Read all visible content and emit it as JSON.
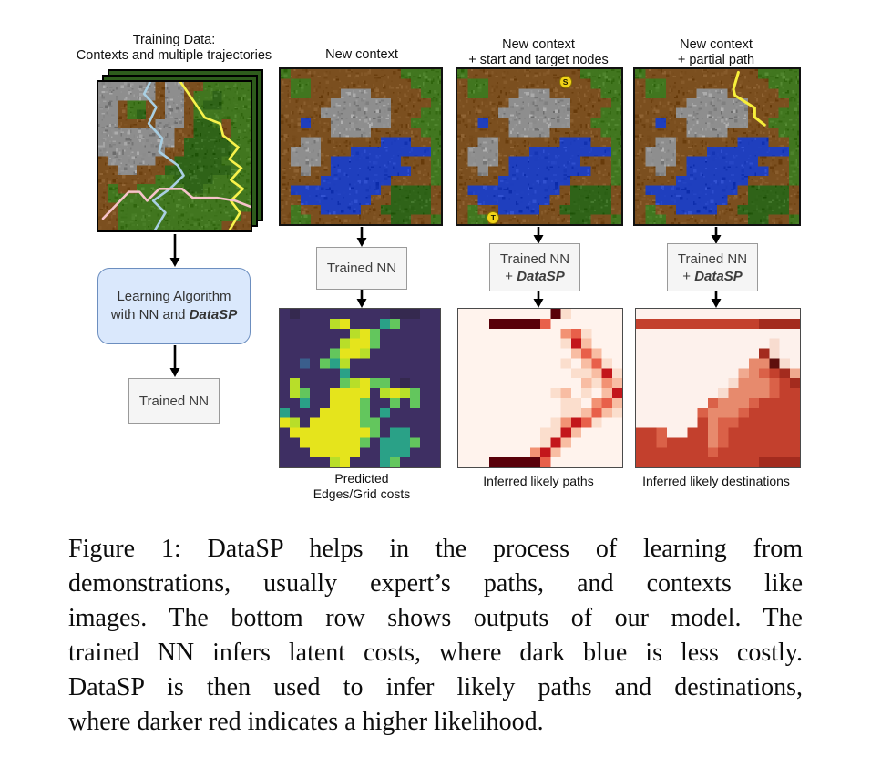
{
  "page": {
    "background": "#ffffff"
  },
  "left_flow": {
    "title_line1": "Training Data:",
    "title_line2": "Contexts and multiple trajectories",
    "algo_box": {
      "line1": "Learning Algorithm",
      "line2_prefix": "with NN and ",
      "emph": "DataSP"
    },
    "trained_nn_label": "Trained NN"
  },
  "columns": [
    {
      "title_line1": "New context",
      "title_line2": "",
      "box_line1": "Trained NN",
      "box_prefix": "",
      "box_emph": "",
      "caption_line1": "Predicted",
      "caption_line2": "Edges/Grid costs"
    },
    {
      "title_line1": "New context",
      "title_line2": "+ start and target nodes",
      "box_line1": "Trained NN",
      "box_prefix": "+ ",
      "box_emph": "DataSP",
      "caption_line1": "Inferred likely paths",
      "caption_line2": "",
      "start_label": "S",
      "target_label": "T"
    },
    {
      "title_line1": "New context",
      "title_line2": "+ partial path",
      "box_line1": "Trained NN",
      "box_prefix": "+ ",
      "box_emph": "DataSP",
      "caption_line1": "Inferred likely destinations",
      "caption_line2": ""
    }
  ],
  "figure_caption": {
    "lines": [
      "Figure 1: DataSP helps in the process of learning from",
      "demonstrations, usually expert’s paths, and contexts like",
      "images. The bottom row shows outputs of our model. The",
      "trained NN infers latent costs, where dark blue is less costly.",
      "DataSP is then used to infer likely paths and destinations,",
      "where darker red indicates a higher likelihood."
    ]
  },
  "terrains": {
    "palette": {
      "d": "#7b4f1f",
      "g": "#41761f",
      "r": "#8e8e8e",
      "w": "#1f3fbe",
      "t": "#2f6318"
    },
    "training": {
      "rows": [
        "rrrrrrdrrddggggg",
        "rrrrrrdrrdggtggg",
        "rrdggddrrdgttggg",
        "rrdgtddrrdgggggg",
        "rrddddrrrdttgdgg",
        "rrrrrrrrddtttdgg",
        "rrrrrrrrdtttttgg",
        "rrrrrrrddtttttgg",
        "drrrrrddtttttggg",
        "ddrrdddtttttttgg",
        "ddddddggttttgggg",
        "dgddgggggttggggg",
        "dggggggggggggggg",
        "ddgggggggggggggg",
        "ddgggggggggggggd",
        "ddgggggggggggddd"
      ],
      "trajectories": [
        {
          "name": "expert-path-blue",
          "color": "#a9cfe3",
          "points": [
            [
              34,
              0
            ],
            [
              30,
              8
            ],
            [
              38,
              17
            ],
            [
              33,
              28
            ],
            [
              42,
              38
            ],
            [
              40,
              47
            ],
            [
              52,
              56
            ],
            [
              56,
              63
            ],
            [
              47,
              72
            ],
            [
              36,
              80
            ],
            [
              44,
              88
            ],
            [
              37,
              100
            ]
          ]
        },
        {
          "name": "expert-path-yellow",
          "color": "#f7f24b",
          "points": [
            [
              54,
              0
            ],
            [
              70,
              24
            ],
            [
              80,
              28
            ],
            [
              82,
              36
            ],
            [
              92,
              44
            ],
            [
              86,
              52
            ],
            [
              94,
              58
            ],
            [
              87,
              66
            ],
            [
              95,
              72
            ],
            [
              87,
              80
            ],
            [
              93,
              88
            ],
            [
              86,
              100
            ]
          ]
        },
        {
          "name": "expert-path-pink",
          "color": "#f6c3ca",
          "points": [
            [
              3,
              92
            ],
            [
              20,
              74
            ],
            [
              27,
              74
            ],
            [
              32,
              80
            ],
            [
              40,
              72
            ],
            [
              55,
              72
            ],
            [
              62,
              78
            ],
            [
              78,
              78
            ],
            [
              90,
              80
            ],
            [
              100,
              84
            ]
          ]
        }
      ]
    },
    "context": {
      "rows": [
        "gdddddddddddgggg",
        "dggddddddddddggg",
        "dggdddrrrdddddgg",
        "dddddrrrrrrddddg",
        "ddddrrrrrrrdddgg",
        "ddwddrrrrrrddggg",
        "dddddrrrrdddddgg",
        "ddrrddddddwwwddg",
        "drrrdddwwwwwwwwg",
        "drrrdwwwwwwwdddg",
        "ddrddwwwwwwwwddg",
        "ddddwwwwwwwddddg",
        "dwwwwwwwwwdttttd",
        "ddwwwwwwwddttttd",
        "dgddwwwwddtttttd",
        "dggddddddddttddg"
      ]
    },
    "partial_path": {
      "color": "#f7ef3a",
      "points": [
        [
          63,
          2
        ],
        [
          60,
          13
        ],
        [
          61,
          17
        ],
        [
          73,
          25
        ],
        [
          73,
          31
        ],
        [
          79,
          36
        ]
      ]
    },
    "markers": {
      "start": {
        "label": "S",
        "x": 62,
        "y": 4
      },
      "target": {
        "label": "T",
        "x": 18,
        "y": 92
      }
    }
  },
  "chart_data": [
    {
      "id": "predicted_costs",
      "type": "heatmap",
      "title": "Predicted Edges/Grid costs",
      "colormap": "viridis",
      "grid_size": [
        16,
        16
      ],
      "legend_note": "dark blue/purple = less costly, yellow = high latent cost",
      "palette": {
        "p": "#3e2f63",
        "q": "#35294f",
        "P": "#4a3a78",
        "b": "#3a5e8c",
        "t": "#2aa187",
        "G": "#63c65d",
        "g": "#b8de29",
        "y": "#e5e41c"
      },
      "rows": [
        "pqpppppppppqqqpp",
        "ppqqpppPppppqqpp",
        "pppppppgyGpppppp",
        "ppppppgyyGpppppp",
        "pppppGyygppppppp",
        "ppbpGtgppppppppp",
        "pppppptppppppppp",
        "pgppppGgyGGpqppp",
        "pgGppyyyypgygGpp",
        "pptppyyyGppGpGpp",
        "tpppyyyyGptppppp",
        "ygpyyyyyGGpppppp",
        "pyyyyyyyyGpttppp",
        "ppyyyyyyGptttGpp",
        "pppyyyyypptttppp",
        "pppppgyppptGpppp"
      ]
    },
    {
      "id": "inferred_paths",
      "type": "heatmap",
      "title": "Inferred likely paths",
      "colormap": "Reds",
      "grid_size": [
        16,
        16
      ],
      "legend_note": "darker red = higher path likelihood",
      "palette": {
        "0": "#fff3ed",
        "1": "#fbdecd",
        "2": "#f8bda3",
        "3": "#f29274",
        "4": "#e8604a",
        "5": "#c3161b",
        "6": "#9c0d14",
        "7": "#59000a"
      },
      "rows": [
        "0000000007100000",
        "0000000002510000",
        "0000000000341000",
        "0000000000152000",
        "0000000000024200",
        "0000000000102410",
        "0000000000011251",
        "0000000000002132",
        "0000000001201025",
        "0000000000110342",
        "0000000000112421",
        "0000000001354100",
        "0000000011520000",
        "0000000015200000",
        "0000000352000000",
        "0007777740000000"
      ]
    },
    {
      "id": "inferred_destinations",
      "type": "heatmap",
      "title": "Inferred likely destinations",
      "colormap": "Reds",
      "grid_size": [
        16,
        16
      ],
      "legend_note": "darker red = higher destination likelihood",
      "palette": {
        "0": "#fdf1ec",
        "1": "#f8dccf",
        "2": "#f0a98f",
        "3": "#e78a6d",
        "4": "#da6148",
        "5": "#c3402d",
        "6": "#a32b1e",
        "7": "#5e0f0c"
      },
      "rows": [
        "0000000000000000",
        "0000000000000000",
        "0000000000000000",
        "0000000000000100",
        "0000000000006100",
        "0000000000033710",
        "0000000000234562",
        "0000000001333456",
        "0000000013333455",
        "0000000433345555",
        "0000004333455555",
        "0000005344555555",
        "5540055345555555",
        "5545555345555555",
        "5555555455555555",
        "5555555555556666"
      ]
    }
  ]
}
